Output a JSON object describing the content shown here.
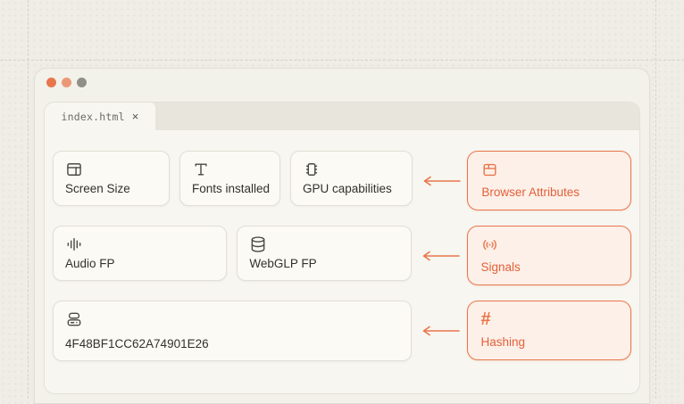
{
  "accent": {
    "orange": "#e8764b",
    "orange_text": "#e4603a",
    "orange_bg": "#fcf0e8"
  },
  "window": {
    "traffic_lights": [
      {
        "name": "close",
        "color": "#e8764b"
      },
      {
        "name": "minimize",
        "color": "#ec9878"
      },
      {
        "name": "maximize",
        "color": "#908f88"
      }
    ],
    "tab": {
      "label": "index.html",
      "close_glyph": "×"
    }
  },
  "diagram": {
    "rows": [
      {
        "cards": [
          {
            "icon": "screen-size-icon",
            "label": "Screen Size"
          },
          {
            "icon": "fonts-icon",
            "label": "Fonts installed"
          },
          {
            "icon": "gpu-chip-icon",
            "label": "GPU capabilities"
          }
        ],
        "target": {
          "icon": "browser-window-icon",
          "label": "Browser Attributes"
        }
      },
      {
        "cards": [
          {
            "icon": "audio-waveform-icon",
            "label": "Audio FP"
          },
          {
            "icon": "database-icon",
            "label": "WebGLP FP"
          }
        ],
        "target": {
          "icon": "radio-signal-icon",
          "label": "Signals"
        }
      },
      {
        "cards": [
          {
            "icon": "hard-drive-icon",
            "label": "4F48BF1CC62A74901E26"
          }
        ],
        "target": {
          "icon": "hash-icon",
          "label": "Hashing",
          "icon_glyph": "#"
        }
      }
    ]
  }
}
